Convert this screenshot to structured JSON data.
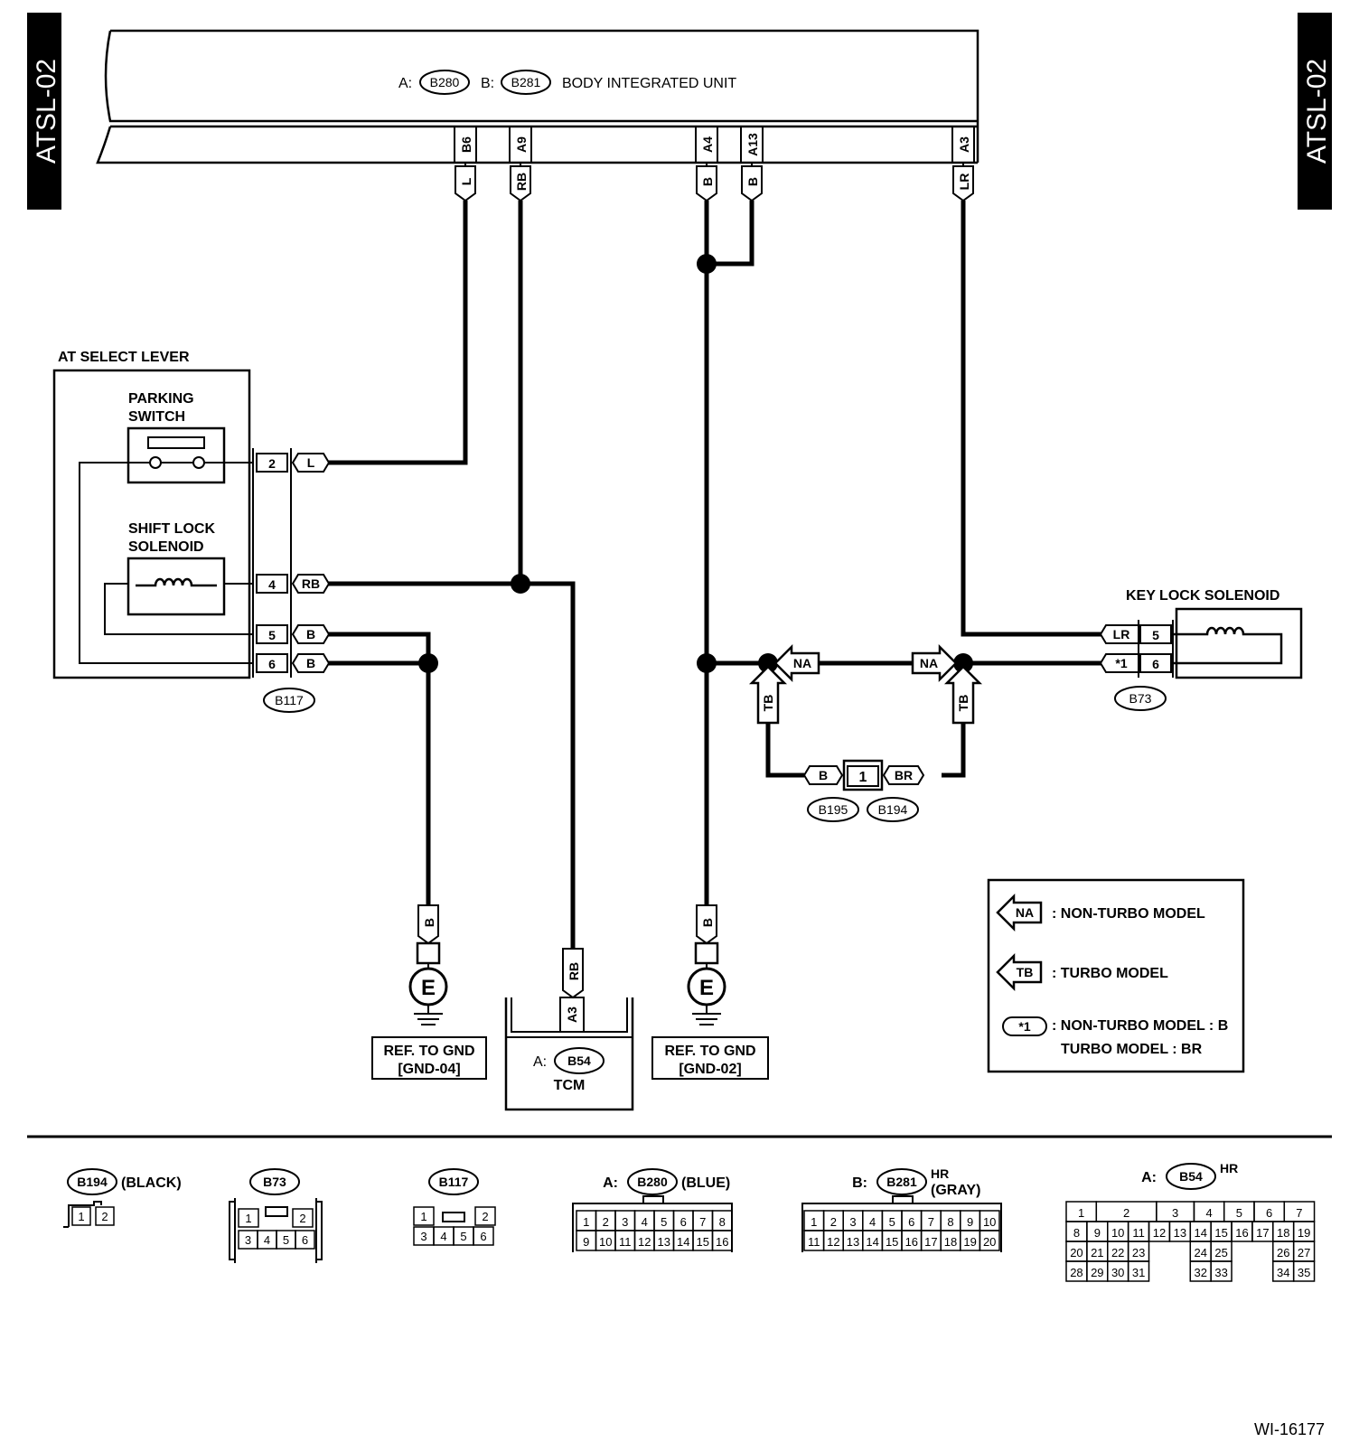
{
  "corner_tag": "ATSL-02",
  "figure_id": "WI-16177",
  "biu": {
    "prefix_a": "A:",
    "conn_a": "B280",
    "prefix_b": "B:",
    "conn_b": "B281",
    "name": "BODY INTEGRATED UNIT",
    "pins": [
      "B6",
      "A9",
      "A4",
      "A13",
      "A3"
    ],
    "wires": [
      "L",
      "RB",
      "B",
      "B",
      "LR"
    ]
  },
  "at_select_lever": {
    "title": "AT SELECT LEVER",
    "parking_switch": [
      "PARKING",
      "SWITCH"
    ],
    "shift_lock_solenoid": [
      "SHIFT LOCK",
      "SOLENOID"
    ],
    "pins": [
      "2",
      "4",
      "5",
      "6"
    ],
    "wires": [
      "L",
      "RB",
      "B",
      "B"
    ],
    "connector": "B117"
  },
  "key_lock": {
    "title": "KEY LOCK SOLENOID",
    "pins": [
      "5",
      "6"
    ],
    "wires": [
      "LR",
      "*1"
    ],
    "connector": "B73"
  },
  "variants": {
    "na": "NA",
    "tb": "TB"
  },
  "joint": {
    "left_wire": "B",
    "pin": "1",
    "right_wire": "BR",
    "conn_left": "B195",
    "conn_right": "B194"
  },
  "ground_left": {
    "wire": "B",
    "symbol": "E",
    "ref": [
      "REF. TO GND",
      "[GND-04]"
    ]
  },
  "ground_right": {
    "wire": "B",
    "symbol": "E",
    "ref": [
      "REF. TO GND",
      "[GND-02]"
    ]
  },
  "tcm": {
    "wire": "RB",
    "pin": "A3",
    "prefix": "A:",
    "connector": "B54",
    "name": "TCM"
  },
  "legend": {
    "na_symbol": "NA",
    "na_text": ": NON-TURBO MODEL",
    "tb_symbol": "TB",
    "tb_text": ": TURBO MODEL",
    "star_symbol": "*1",
    "star_text1": ": NON-TURBO MODEL : B",
    "star_text2": "TURBO MODEL : BR"
  },
  "connector_views": [
    {
      "prefix": "",
      "connector": "B194",
      "note": "(BLACK)",
      "rows": [
        [
          "1",
          "2"
        ]
      ]
    },
    {
      "prefix": "",
      "connector": "B73",
      "note": "",
      "rows": [
        [
          "1",
          "2"
        ],
        [
          "3",
          "4",
          "5",
          "6"
        ]
      ]
    },
    {
      "prefix": "",
      "connector": "B117",
      "note": "",
      "rows": [
        [
          "1",
          "2"
        ],
        [
          "3",
          "4",
          "5",
          "6"
        ]
      ]
    },
    {
      "prefix": "A:",
      "connector": "B280",
      "note": "(BLUE)",
      "rows": [
        [
          "1",
          "2",
          "3",
          "4",
          "5",
          "6",
          "7",
          "8"
        ],
        [
          "9",
          "10",
          "11",
          "12",
          "13",
          "14",
          "15",
          "16"
        ]
      ]
    },
    {
      "prefix": "B:",
      "connector": "B281",
      "note": "(GRAY)",
      "hr": "HR",
      "rows": [
        [
          "1",
          "2",
          "3",
          "4",
          "5",
          "6",
          "7",
          "8",
          "9",
          "10"
        ],
        [
          "11",
          "12",
          "13",
          "14",
          "15",
          "16",
          "17",
          "18",
          "19",
          "20"
        ]
      ]
    },
    {
      "prefix": "A:",
      "connector": "B54",
      "note": "",
      "hr": "HR",
      "rows": [
        [
          "1",
          "2",
          "3",
          "4",
          "5",
          "6",
          "7"
        ],
        [
          "8",
          "9",
          "10",
          "11",
          "12",
          "13",
          "14",
          "15",
          "16",
          "17",
          "18",
          "19"
        ],
        [
          "20",
          "21",
          "22",
          "23",
          "24",
          "25",
          "26",
          "27"
        ],
        [
          "28",
          "29",
          "30",
          "31",
          "32",
          "33",
          "34",
          "35"
        ]
      ]
    }
  ]
}
